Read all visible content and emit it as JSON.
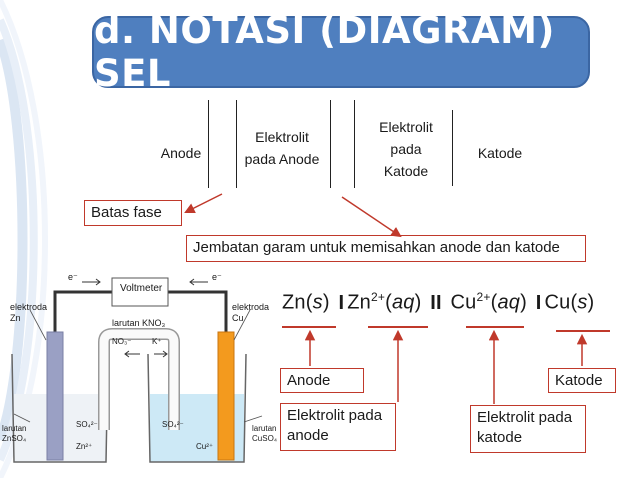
{
  "title": "d. NOTASI (DIAGRAM) SEL",
  "top_diagram": {
    "anode": "Anode",
    "elektrolit_anode": [
      "Elektrolit",
      "pada Anode"
    ],
    "elektrolit_katode": [
      "Elektrolit",
      "pada",
      "Katode"
    ],
    "katode": "Katode",
    "batas_fase": "Batas fase",
    "jembatan": "Jembatan garam untuk memisahkan anode dan katode"
  },
  "cell_image": {
    "voltmeter": "Voltmeter",
    "electron_left": "e⁻",
    "electron_right": "e⁻",
    "elektroda_zn": [
      "elektroda",
      "Zn"
    ],
    "elektroda_cu": [
      "elektroda",
      "Cu"
    ],
    "larutan_kno3": "larutan KNO₃",
    "no3": "NO₃⁻",
    "k_plus": "K⁺",
    "so4_left": "SO₄²⁻",
    "zn2": "Zn²⁺",
    "so4_right": "SO₄²⁻",
    "cu2": "Cu²⁺",
    "larutan_znso4": [
      "larutan",
      "ZnSO₄"
    ],
    "larutan_cuso4": [
      "larutan",
      "CuSO₄"
    ]
  },
  "notation": {
    "zn": "Zn(",
    "zn_state": "s",
    "zn_close": ")",
    "zn2_base": "Zn",
    "zn2_charge": "2+",
    "aq1_open": "(",
    "aq1": "aq",
    "aq1_close": ")",
    "cu2_base": "Cu",
    "cu2_charge": "2+",
    "aq2_open": "(",
    "aq2": "aq",
    "aq2_close": ")",
    "cu": "Cu(",
    "cu_state": "s",
    "cu_close": ")",
    "bar1": "I",
    "bar2": "II",
    "bar3": "I"
  },
  "labels": {
    "anode": "Anode",
    "katode": "Katode",
    "elektrolit_anode": [
      "Elektrolit pada",
      "anode"
    ],
    "elektrolit_katode": [
      "Elektrolit pada",
      "katode"
    ]
  },
  "colors": {
    "title_bg": "#4f7fbf",
    "arrow": "#c0392b",
    "zn_electrode": "#9aa0c4",
    "cu_electrode": "#f39a1e",
    "cu_solution": "#cde9f6"
  }
}
